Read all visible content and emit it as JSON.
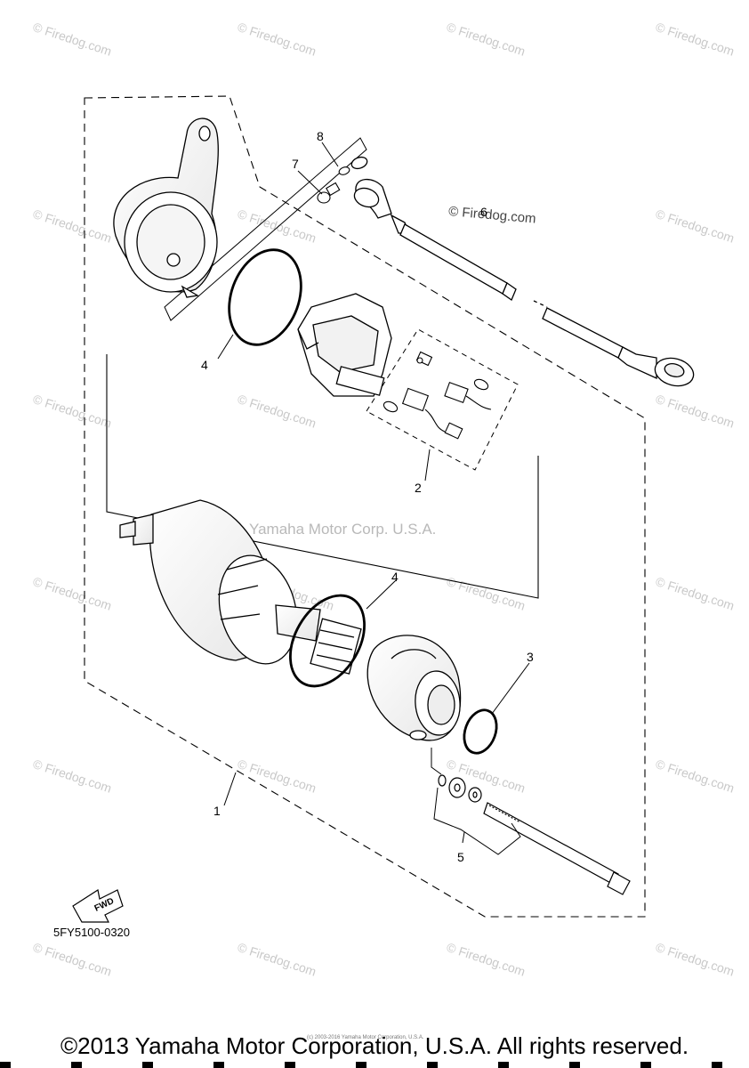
{
  "watermark": {
    "text": "© Firedog.com",
    "inline_text": "© Firedog.com",
    "center_text": "Yamaha Motor Corp. U.S.A."
  },
  "callouts": {
    "1": "1",
    "2": "2",
    "3": "3",
    "4a": "4",
    "4b": "4",
    "5": "5",
    "6": "6",
    "7": "7",
    "8": "8"
  },
  "diagram_code": "5FY5100-0320",
  "fwd_label": "FWD",
  "tiny_copyright": "(c) 2003-2016 Yamaha Motor Corporation, U.S.A.",
  "footer": "©2013 Yamaha Motor Corporation, U.S.A. All rights reserved."
}
